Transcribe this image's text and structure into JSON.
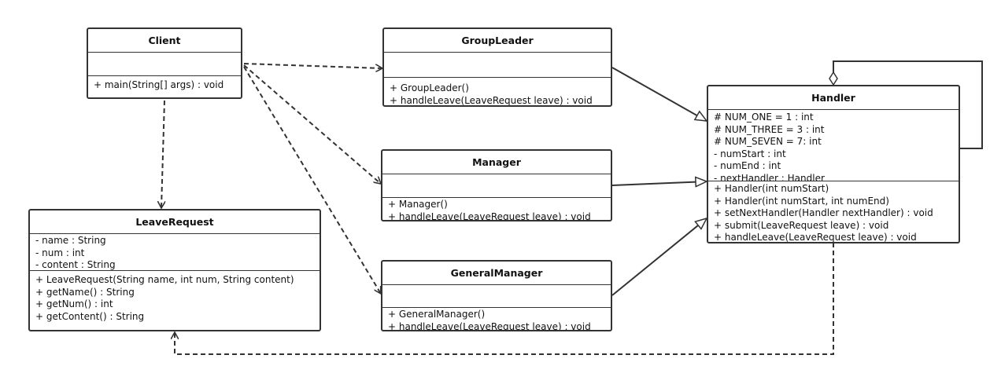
{
  "classes": {
    "client": {
      "name": "Client",
      "attributes": [],
      "methods": [
        "+ main(String[] args) : void"
      ]
    },
    "groupleader": {
      "name": "GroupLeader",
      "attributes": [],
      "methods": [
        "+ GroupLeader()",
        "+ handleLeave(LeaveRequest leave) : void"
      ]
    },
    "manager": {
      "name": "Manager",
      "attributes": [],
      "methods": [
        "+ Manager()",
        "+ handleLeave(LeaveRequest leave) : void"
      ]
    },
    "generalmanager": {
      "name": "GeneralManager",
      "attributes": [],
      "methods": [
        "+ GeneralManager()",
        "+ handleLeave(LeaveRequest leave) : void"
      ]
    },
    "leaverequest": {
      "name": "LeaveRequest",
      "attributes": [
        "- name : String",
        "- num : int",
        "- content : String"
      ],
      "methods": [
        "+ LeaveRequest(String name, int num, String content)",
        "+ getName() : String",
        "+ getNum() : int",
        "+ getContent() : String"
      ]
    },
    "handler": {
      "name": "Handler",
      "attributes": [
        "# NUM_ONE = 1 :   int",
        "# NUM_THREE = 3 :   int",
        "# NUM_SEVEN = 7:   int",
        "- numStart :   int",
        "- numEnd :   int",
        "- nextHandler :   Handler"
      ],
      "methods": [
        "+ Handler(int numStart)",
        "+ Handler(int numStart, int numEnd)",
        "+ setNextHandler(Handler nextHandler) :   void",
        "+ submit(LeaveRequest leave) :   void",
        "+ handleLeave(LeaveRequest leave) :   void"
      ]
    }
  },
  "relations": [
    {
      "from": "client",
      "to": "groupleader",
      "kind": "dependency"
    },
    {
      "from": "client",
      "to": "manager",
      "kind": "dependency"
    },
    {
      "from": "client",
      "to": "generalmanager",
      "kind": "dependency"
    },
    {
      "from": "client",
      "to": "leaverequest",
      "kind": "dependency"
    },
    {
      "from": "groupleader",
      "to": "handler",
      "kind": "generalization"
    },
    {
      "from": "manager",
      "to": "handler",
      "kind": "generalization"
    },
    {
      "from": "generalmanager",
      "to": "handler",
      "kind": "generalization"
    },
    {
      "from": "handler",
      "to": "handler",
      "kind": "aggregation"
    },
    {
      "from": "handler",
      "to": "leaverequest",
      "kind": "dependency"
    }
  ]
}
